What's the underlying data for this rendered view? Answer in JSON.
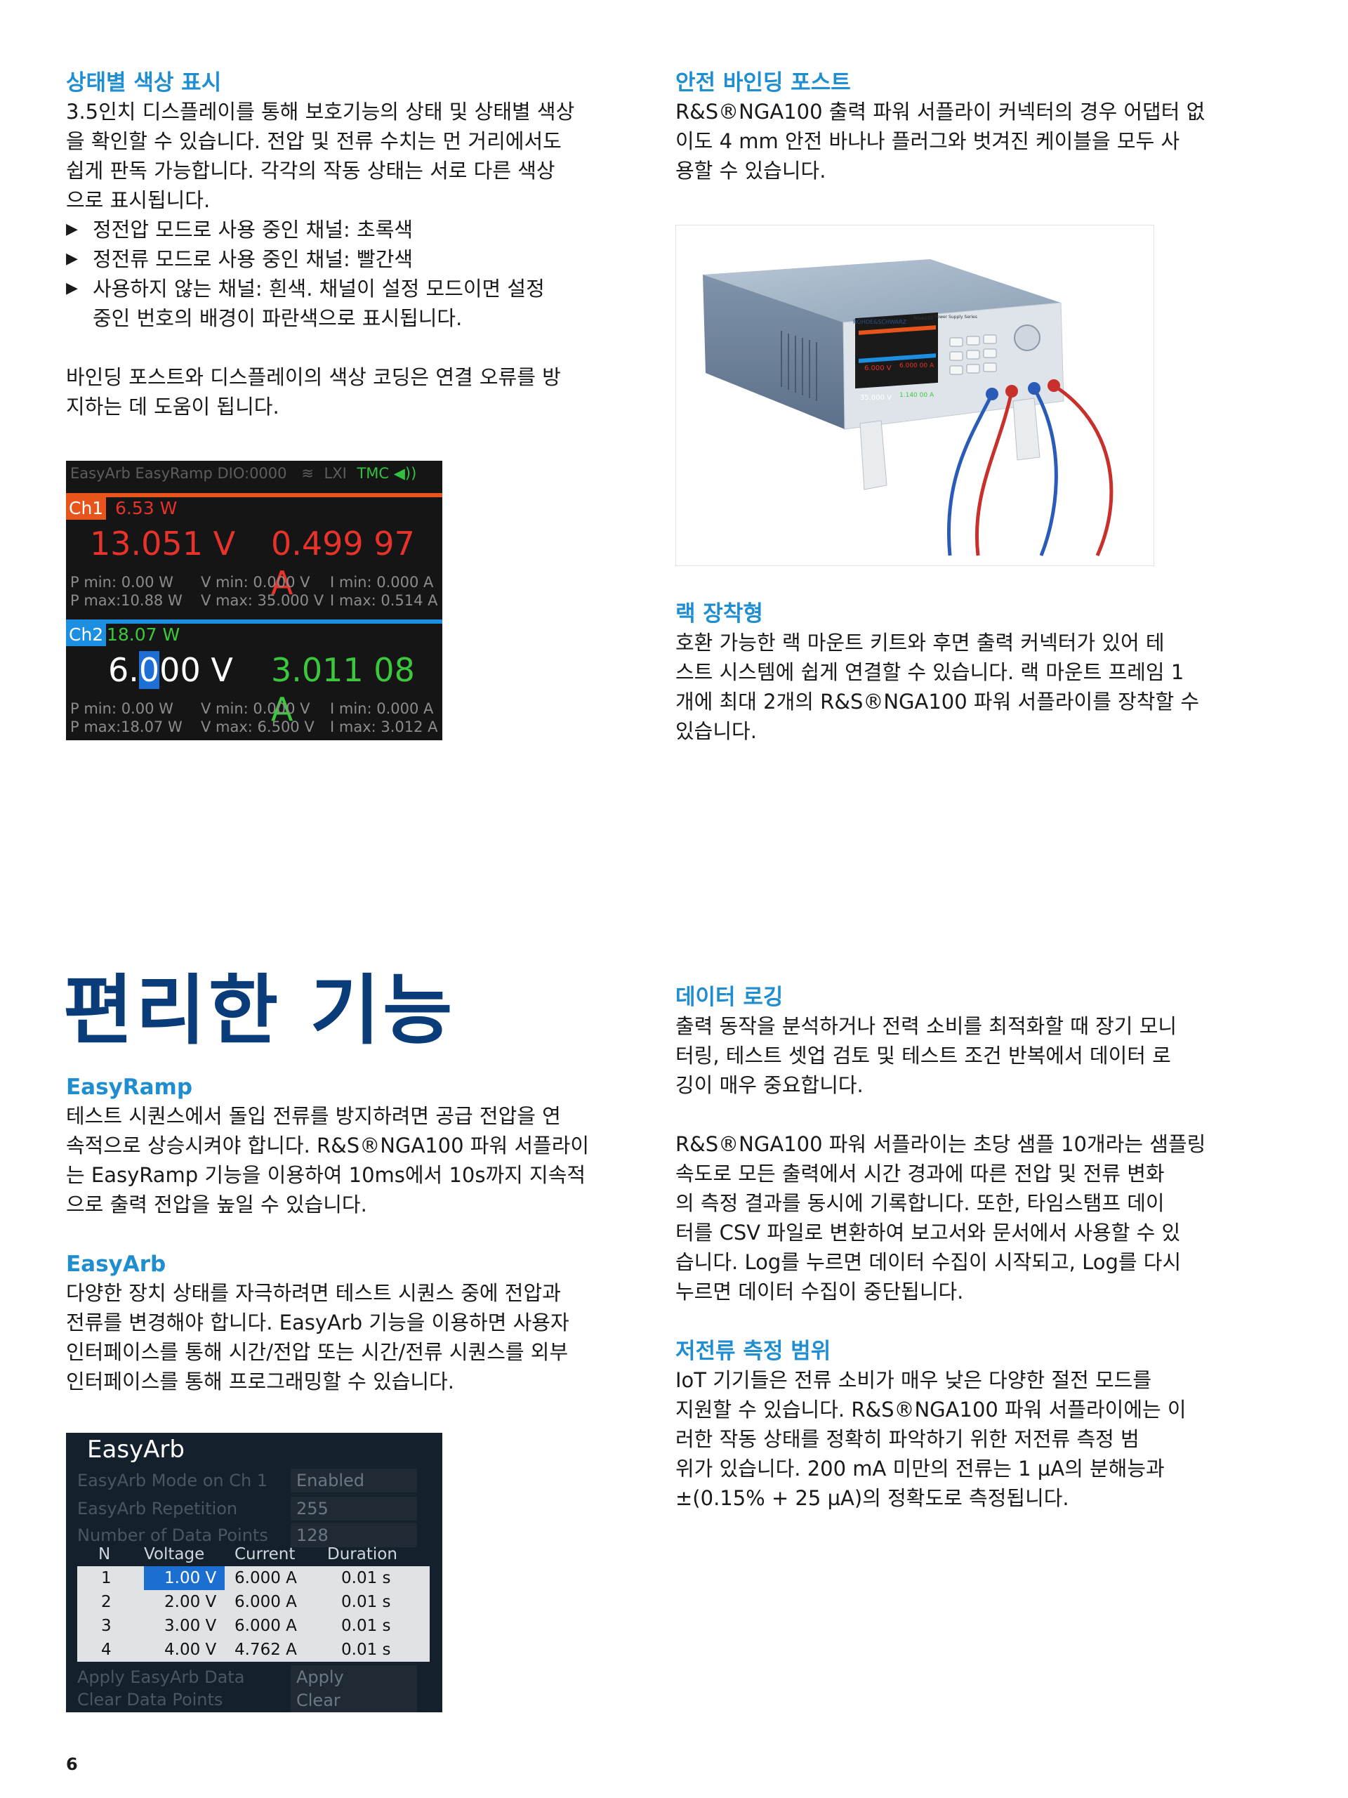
{
  "left_top": {
    "title": "상태별 색상 표시",
    "para1_lines": [
      "3.5인치 디스플레이를 통해 보호기능의 상태 및 상태별 색상",
      "을 확인할 수 있습니다. 전압 및 전류 수치는 먼 거리에서도",
      "쉽게 판독 가능합니다. 각각의 작동 상태는 서로 다른 색상",
      "으로 표시됩니다."
    ],
    "bullets": [
      {
        "lines": [
          "정전압 모드로 사용 중인 채널: 초록색"
        ]
      },
      {
        "lines": [
          "정전류 모드로 사용 중인 채널: 빨간색"
        ]
      },
      {
        "lines": [
          "사용하지 않는 채널: 흰색. 채널이 설정 모드이면 설정",
          "중인 번호의 배경이 파란색으로 표시됩니다."
        ]
      }
    ],
    "para2_lines": [
      "바인딩 포스트와 디스플레이의 색상 코딩은 연결 오류를 방",
      "지하는 데 도움이 됩니다."
    ]
  },
  "display1": {
    "status": "EasyArb EasyRamp DIO:0000",
    "lxi": "LXI",
    "tmc": "TMC",
    "ch1": {
      "tag": "Ch1",
      "power": "6.53 W",
      "voltage": "13.051 V",
      "current": "0.499 97 A",
      "pmin": "P min:  0.00 W",
      "pmax": "P max:10.88 W",
      "vmin": "V min:   0.000 V",
      "vmax": "V max: 35.000 V",
      "imin": "I min: 0.000 A",
      "imax": "I max: 0.514 A",
      "color": "#e8551c",
      "bar_color": "#e8551c",
      "value_color": "#e8332a"
    },
    "ch2": {
      "tag": "Ch2",
      "power": "18.07 W",
      "voltage_a": "6.",
      "voltage_cursor": "0",
      "voltage_b": "00 V",
      "current": "3.011 08 A",
      "pmin": "P min:  0.00 W",
      "pmax": "P max:18.07 W",
      "vmin": "V min:   0.000 V",
      "vmax": "V max:   6.500 V",
      "imin": "I min: 0.000 A",
      "imax": "I max: 3.012 A",
      "color": "#1d8fe0",
      "bar_color": "#1d8fe0",
      "value_color": "#3cc83c"
    }
  },
  "right_top": {
    "title": "안전 바인딩 포스트",
    "para_lines": [
      "R&S®NGA100 출력 파워 서플라이 커넥터의 경우 어댑터 없",
      "이도 4 mm 안전 바나나 플러그와 벗겨진 케이블을 모두 사",
      "용할 수 있습니다."
    ],
    "photo": {
      "brand": "ROHDE&SCHWARZ",
      "model": "NGA100",
      "series": "Power Supply Series",
      "screen_v1": "6.000 V",
      "screen_i1": "6.000 00 A",
      "screen_v2": "35.000 V",
      "screen_i2": "1.140 00 A"
    },
    "rack_title": "랙 장착형",
    "rack_lines": [
      "호환 가능한 랙 마운트 키트와 후면 출력 커넥터가 있어 테",
      "스트 시스템에 쉽게 연결할 수 있습니다. 랙 마운트 프레임 1",
      "개에 최대 2개의 R&S®NGA100 파워 서플라이를 장착할 수",
      "있습니다."
    ]
  },
  "section": {
    "title": "편리한 기능",
    "easyramp_title": "EasyRamp",
    "easyramp_lines": [
      "테스트 시퀀스에서 돌입 전류를 방지하려면 공급 전압을 연",
      "속적으로 상승시켜야 합니다. R&S®NGA100 파워 서플라이",
      "는 EasyRamp 기능을 이용하여 10ms에서 10s까지 지속적",
      "으로 출력 전압을 높일 수 있습니다."
    ],
    "easyarb_title": "EasyArb",
    "easyarb_lines": [
      "다양한 장치 상태를 자극하려면 테스트 시퀀스 중에 전압과",
      "전류를 변경해야 합니다. EasyArb 기능을 이용하면 사용자",
      "인터페이스를 통해 시간/전압 또는 시간/전류 시퀀스를 외부",
      "인터페이스를 통해 프로그래밍할 수 있습니다."
    ]
  },
  "display2": {
    "title": "EasyArb",
    "rows": [
      {
        "label": "EasyArb Mode on Ch 1",
        "value": "Enabled"
      },
      {
        "label": "EasyArb Repetition",
        "value": "255"
      },
      {
        "label": "Number of Data Points",
        "value": "128"
      }
    ],
    "headers": [
      "N",
      "Voltage",
      "Current",
      "Duration"
    ],
    "table": [
      [
        "1",
        "1.00 V",
        "6.000 A",
        "0.01 s"
      ],
      [
        "2",
        "2.00 V",
        "6.000 A",
        "0.01 s"
      ],
      [
        "3",
        "3.00 V",
        "6.000 A",
        "0.01 s"
      ],
      [
        "4",
        "4.00 V",
        "4.762 A",
        "0.01 s"
      ]
    ],
    "apply_label": "Apply EasyArb Data",
    "apply_btn": "Apply",
    "clear_label": "Clear Data Points",
    "clear_btn": "Clear"
  },
  "right_bottom": {
    "logging_title": "데이터 로깅",
    "logging1_lines": [
      "출력 동작을 분석하거나 전력 소비를 최적화할 때 장기 모니",
      "터링, 테스트 셋업 검토 및 테스트 조건 반복에서 데이터 로",
      "깅이 매우 중요합니다."
    ],
    "logging2_lines": [
      "R&S®NGA100 파워 서플라이는 초당 샘플 10개라는 샘플링",
      "속도로 모든 출력에서 시간 경과에 따른 전압 및 전류 변화",
      "의 측정 결과를 동시에 기록합니다. 또한, 타임스탬프 데이",
      "터를 CSV 파일로 변환하여 보고서와 문서에서 사용할 수 있",
      "습니다. Log를 누르면 데이터 수집이 시작되고, Log를 다시",
      "누르면 데이터 수집이 중단됩니다."
    ],
    "lowcurrent_title": "저전류 측정 범위",
    "lowcurrent_lines": [
      "IoT 기기들은 전류 소비가 매우 낮은 다양한 절전 모드를",
      "지원할 수 있습니다. R&S®NGA100 파워 서플라이에는 이",
      "러한 작동 상태를 정확히 파악하기 위한 저전류 측정 범",
      "위가 있습니다. 200 mA 미만의 전류는 1 µA의 분해능과",
      "±(0.15% + 25 µA)의 정확도로 측정됩니다."
    ]
  },
  "page_number": "6"
}
